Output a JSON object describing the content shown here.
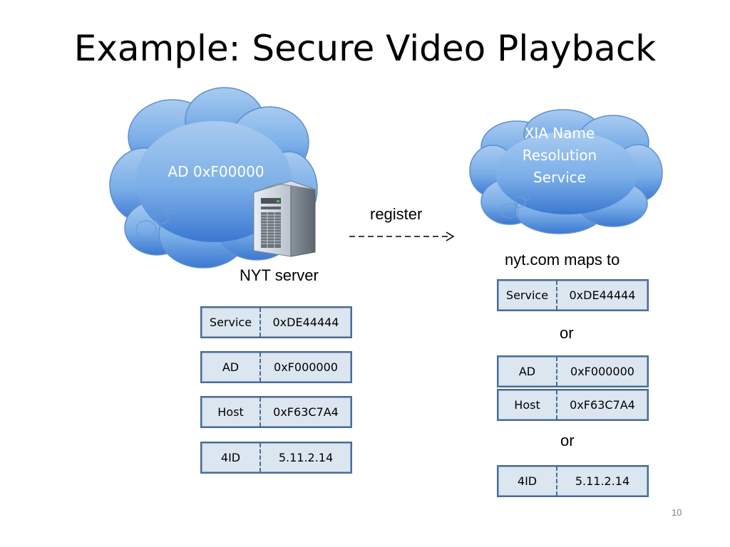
{
  "slide": {
    "title": "Example: Secure Video Playback",
    "page_number": "10",
    "colors": {
      "cloud_light": "#9cc3ee",
      "cloud_dark": "#3f7fd3",
      "box_fill": "#dce6f1",
      "box_border": "#4a6c95"
    }
  },
  "left_cloud": {
    "label": "AD 0xF00000"
  },
  "right_cloud": {
    "label": "XIA Name\nResolution\nService"
  },
  "server": {
    "icon": "server-tower-icon",
    "label": "NYT server"
  },
  "register": {
    "label": "register"
  },
  "mapping_title": "nyt.com maps to",
  "left_xids": [
    {
      "type": "Service",
      "value": "0xDE44444"
    },
    {
      "type": "AD",
      "value": "0xF000000"
    },
    {
      "type": "Host",
      "value": "0xF63C7A4"
    },
    {
      "type": "4ID",
      "value": "5.11.2.14"
    }
  ],
  "right_xids": {
    "group1": [
      {
        "type": "Service",
        "value": "0xDE44444"
      }
    ],
    "or1": "or",
    "group2": [
      {
        "type": "AD",
        "value": "0xF000000"
      },
      {
        "type": "Host",
        "value": "0xF63C7A4"
      }
    ],
    "or2": "or",
    "group3": [
      {
        "type": "4ID",
        "value": "5.11.2.14"
      }
    ]
  }
}
